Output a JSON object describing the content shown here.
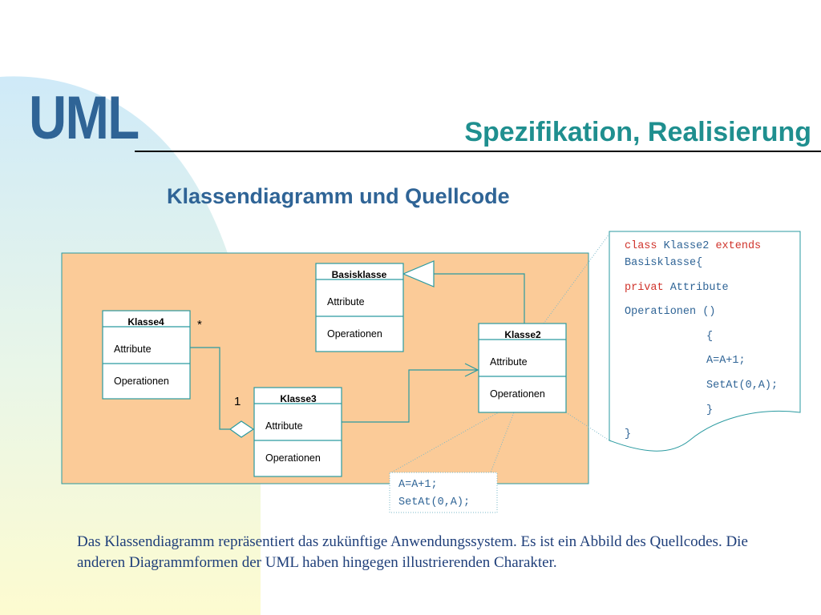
{
  "header": {
    "logo": "UML",
    "title": "Spezifikation, Realisierung"
  },
  "subtitle": "Klassendiagramm und Quellcode",
  "diagram": {
    "classes": [
      {
        "name": "Basisklasse",
        "attributes": "Attribute",
        "operations": "Operationen"
      },
      {
        "name": "Klasse4",
        "attributes": "Attribute",
        "operations": "Operationen"
      },
      {
        "name": "Klasse2",
        "attributes": "Attribute",
        "operations": "Operationen"
      },
      {
        "name": "Klasse3",
        "attributes": "Attribute",
        "operations": "Operationen"
      }
    ],
    "multiplicity_many": "*",
    "multiplicity_one": "1"
  },
  "code_note": {
    "lines": [
      {
        "kw": "class",
        "text": " Klasse2 "
      },
      {
        "kw": "extends",
        "text": ""
      },
      {
        "kw": "",
        "text": "Basisklasse{"
      },
      {
        "kw": "privat",
        "text": " Attribute"
      },
      {
        "kw": "",
        "text": "Operationen ()"
      },
      {
        "kw": "",
        "text": "{"
      },
      {
        "kw": "",
        "text": "A=A+1;"
      },
      {
        "kw": "",
        "text": "SetAt(0,A);"
      },
      {
        "kw": "",
        "text": "}"
      },
      {
        "kw": "",
        "text": "}"
      }
    ]
  },
  "method_note": {
    "line1": "A=A+1;",
    "line2": "SetAt(0,A);"
  },
  "body": "Das Klassendiagramm repräsentiert das zukünftige Anwendungssystem. Es ist ein Abbild des Quellcodes. Die anderen Diagrammformen der UML haben hingegen illustrierenden Charakter.",
  "colors": {
    "accent_blue": "#2f6496",
    "accent_teal": "#1f8f8f",
    "diagram_bg": "#fbcb98",
    "keyword_red": "#d0342c"
  }
}
